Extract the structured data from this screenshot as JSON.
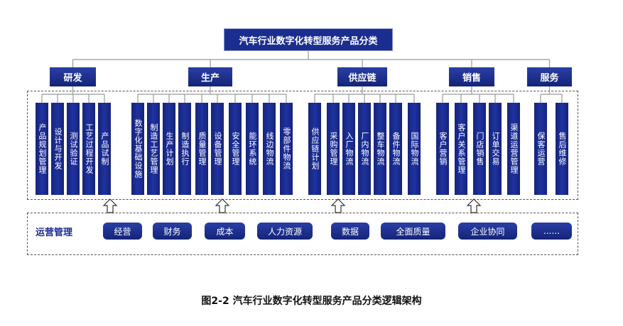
{
  "title": "汽车行业数字化转型服务产品分类",
  "groups": [
    {
      "label": "研发",
      "items": [
        "产品规划管理",
        "设计与开发",
        "测试验证",
        "工艺过程开发",
        "产品试制"
      ]
    },
    {
      "label": "生产",
      "items": [
        "数字化基础设施",
        "制造工艺管理",
        "生产计划",
        "制造执行",
        "质量管理",
        "设备管理",
        "安全管理",
        "能环系统",
        "线边物流",
        "零部件物流"
      ]
    },
    {
      "label": "供应链",
      "items": [
        "供应链计划",
        "采购管理",
        "入厂物流",
        "厂内物流",
        "整车物流",
        "备件物流",
        "国际物流"
      ]
    },
    {
      "label": "销售",
      "items": [
        "客户营销",
        "客户关系管理",
        "门店销售",
        "订单交易",
        "渠道运营管理"
      ]
    },
    {
      "label": "服务",
      "items": [
        "保客运营",
        "售后维修"
      ]
    }
  ],
  "operations": {
    "label": "运营管理",
    "items": [
      "经营",
      "财务",
      "成本",
      "人力资源",
      "数据",
      "全面质量",
      "企业协同",
      "......"
    ]
  },
  "caption": "图2-2  汽车行业数字化转型服务产品分类逻辑架构"
}
